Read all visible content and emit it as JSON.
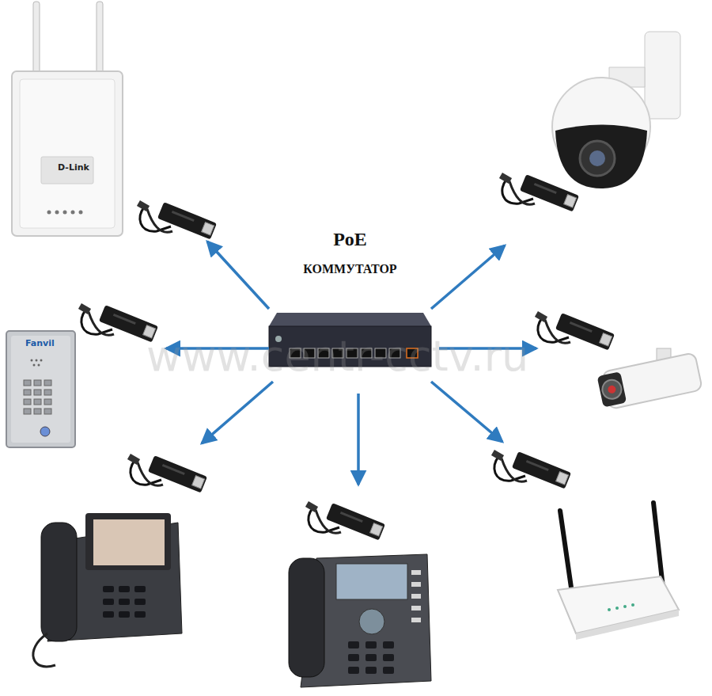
{
  "diagram": {
    "nodes": [
      {
        "text": [
          "PoE",
          "КОММУТАТОР"
        ]
      },
      {
        "text": [
          "D-Link"
        ]
      },
      {
        "text": [
          "Fanvil"
        ]
      }
    ],
    "edges": [
      {
        "from": 0,
        "to": 1,
        "arrow": "to"
      },
      {
        "from": 0,
        "to": 2,
        "arrow": "to"
      }
    ],
    "labels": [
      "www.centr-cctv.ru"
    ]
  }
}
